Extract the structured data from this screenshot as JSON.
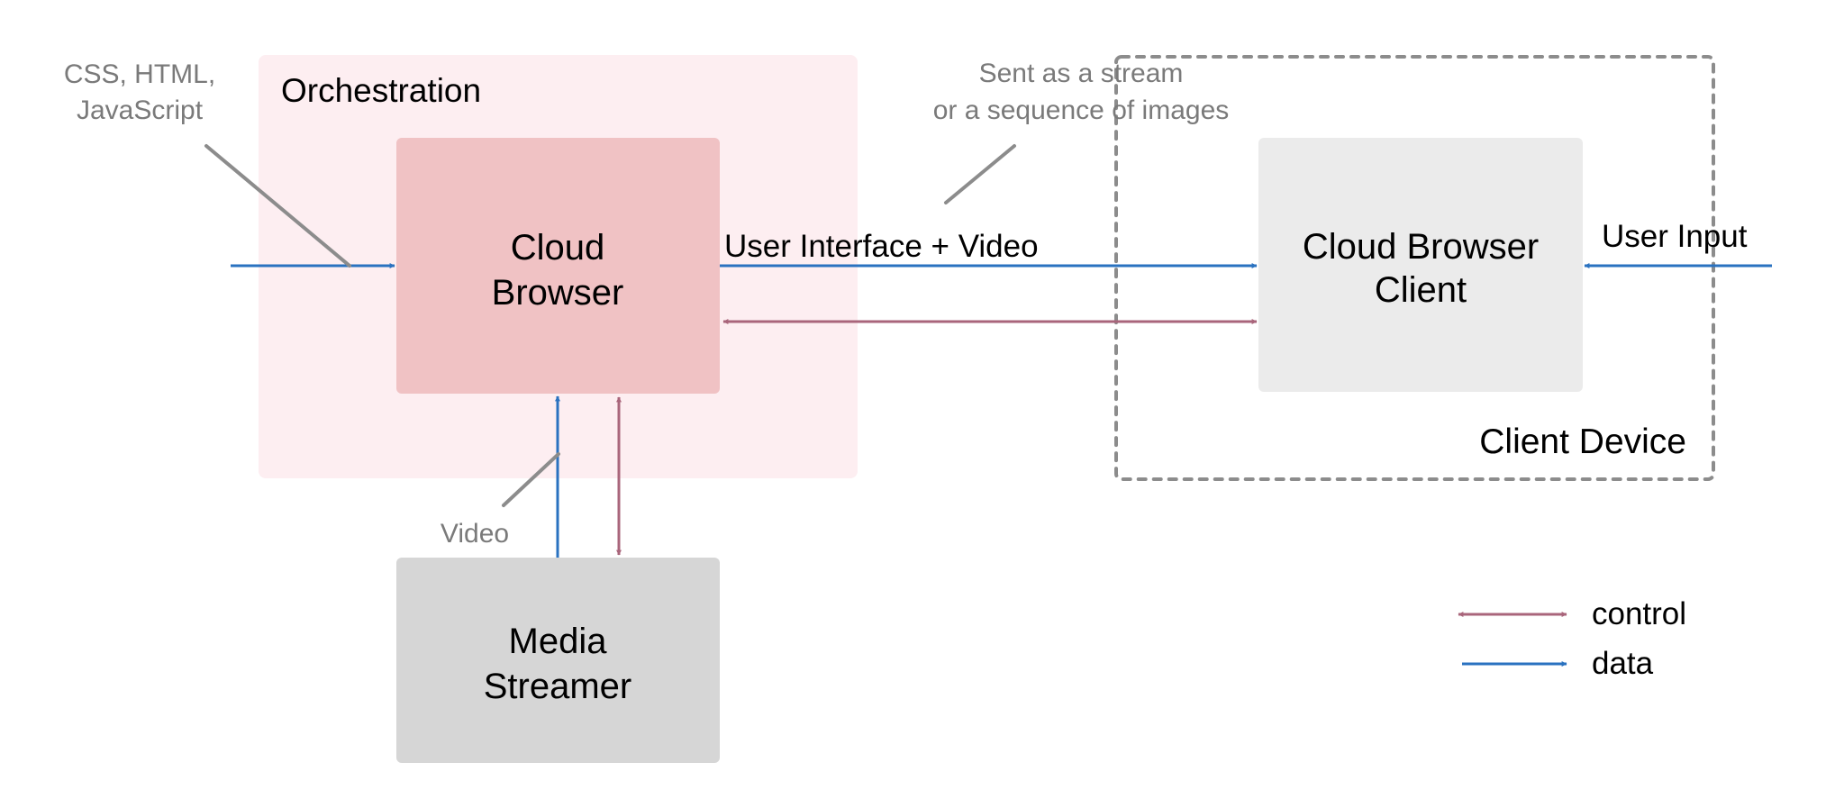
{
  "title": "Cloud Browser architecture",
  "colors": {
    "orchestration_bg": "#fdeef1",
    "cloud_browser_bg": "#f0c2c4",
    "client_bg": "#ebebeb",
    "media_streamer_bg": "#d6d6d6",
    "data_arrow": "#2a72c0",
    "control_arrow": "#a9657b",
    "annotation": "#8c8c8c",
    "dashed_border": "#8c8c8c",
    "text": "#000000",
    "annotation_text": "#7a7a7a"
  },
  "groups": {
    "orchestration": {
      "label": "Orchestration"
    },
    "client_device": {
      "label": "Client Device"
    }
  },
  "nodes": {
    "cloud_browser": {
      "lines": [
        "Cloud",
        "Browser"
      ]
    },
    "cloud_browser_client": {
      "lines": [
        "Cloud Browser",
        "Client"
      ]
    },
    "media_streamer": {
      "lines": [
        "Media",
        "Streamer"
      ]
    }
  },
  "edge_labels": {
    "ui_video": "User Interface + Video",
    "user_input": "User Input"
  },
  "annotations": {
    "web_content": [
      "CSS, HTML,",
      "JavaScript"
    ],
    "stream": [
      "Sent as a stream",
      "or a sequence of images"
    ],
    "video": "Video"
  },
  "edges": [
    {
      "from": "external",
      "to": "cloud_browser",
      "type": "data"
    },
    {
      "from": "cloud_browser",
      "to": "cloud_browser_client",
      "type": "data",
      "label": "User Interface + Video"
    },
    {
      "from": "cloud_browser",
      "to": "cloud_browser_client",
      "type": "control"
    },
    {
      "from": "user",
      "to": "cloud_browser_client",
      "type": "data",
      "label": "User Input"
    },
    {
      "from": "media_streamer",
      "to": "cloud_browser",
      "type": "data",
      "label": "Video"
    },
    {
      "from": "media_streamer",
      "to": "cloud_browser",
      "type": "control"
    }
  ],
  "legend": [
    {
      "type": "control",
      "label": "control"
    },
    {
      "type": "data",
      "label": "data"
    }
  ]
}
